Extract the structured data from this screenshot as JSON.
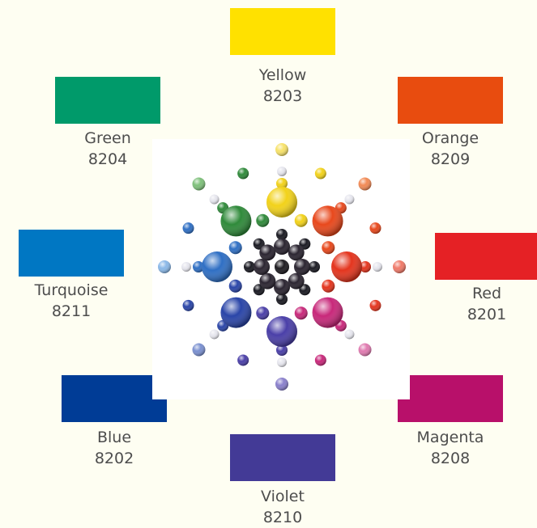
{
  "swatches": [
    {
      "id": "yellow",
      "name": "Yellow",
      "code": "8203",
      "color": "#ffe100"
    },
    {
      "id": "orange",
      "name": "Orange",
      "code": "8209",
      "color": "#e84c0f"
    },
    {
      "id": "red",
      "name": "Red",
      "code": "8201",
      "color": "#e52125"
    },
    {
      "id": "magenta",
      "name": "Magenta",
      "code": "8208",
      "color": "#b8106a"
    },
    {
      "id": "violet",
      "name": "Violet",
      "code": "8210",
      "color": "#433a96"
    },
    {
      "id": "blue",
      "name": "Blue",
      "code": "8202",
      "color": "#003c96"
    },
    {
      "id": "turquoise",
      "name": "Turquoise",
      "code": "8211",
      "color": "#0077c3"
    },
    {
      "id": "green",
      "name": "Green",
      "code": "8204",
      "color": "#009a6a"
    }
  ]
}
